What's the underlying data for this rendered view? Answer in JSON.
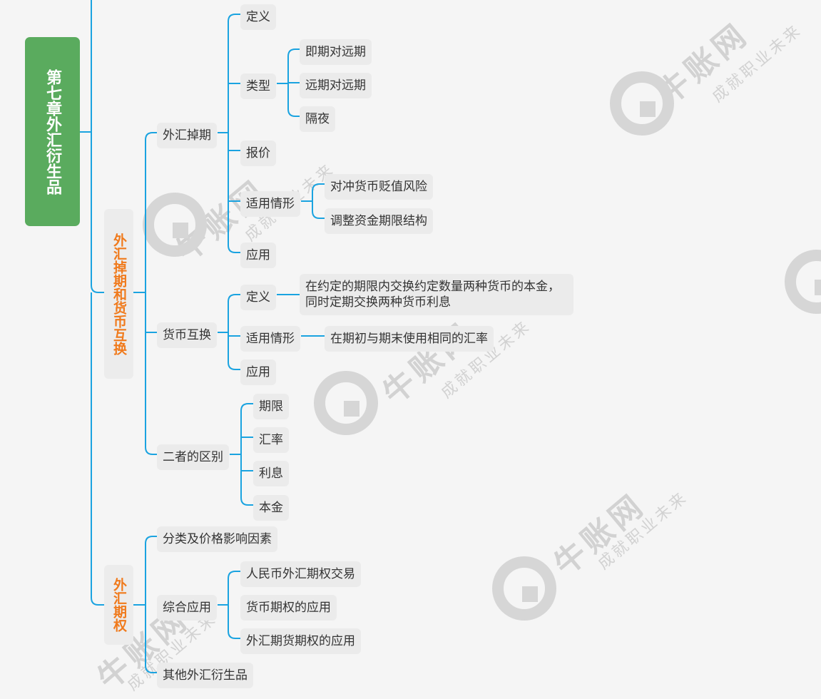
{
  "watermark": {
    "brand": "牛账网",
    "slogan": "成就职业未来"
  },
  "mindmap": {
    "root": "第七章外汇衍生品",
    "sections": [
      {
        "title": "外汇掉期和货币互换",
        "topics": [
          {
            "label": "外汇掉期",
            "children": [
              {
                "label": "定义"
              },
              {
                "label": "类型",
                "children": [
                  "即期对远期",
                  "远期对远期",
                  "隔夜"
                ]
              },
              {
                "label": "报价"
              },
              {
                "label": "适用情形",
                "children": [
                  "对冲货币贬值风险",
                  "调整资金期限结构"
                ]
              },
              {
                "label": "应用"
              }
            ]
          },
          {
            "label": "货币互换",
            "children": [
              {
                "label": "定义",
                "children": [
                  "在约定的期限内交换约定数量两种货币的本金，同时定期交换两种货币利息"
                ]
              },
              {
                "label": "适用情形",
                "children": [
                  "在期初与期末使用相同的汇率"
                ]
              },
              {
                "label": "应用"
              }
            ]
          },
          {
            "label": "二者的区别",
            "children": [
              {
                "label": "期限"
              },
              {
                "label": "汇率"
              },
              {
                "label": "利息"
              },
              {
                "label": "本金"
              }
            ]
          }
        ]
      },
      {
        "title": "外汇期权",
        "topics": [
          {
            "label": "分类及价格影响因素"
          },
          {
            "label": "综合应用",
            "children": [
              {
                "label": "人民币外汇期权交易"
              },
              {
                "label": "货币期权的应用"
              },
              {
                "label": "外汇期货期权的应用"
              }
            ]
          },
          {
            "label": "其他外汇衍生品"
          }
        ]
      }
    ]
  },
  "colors": {
    "background": "#f5f5f5",
    "root_fill": "#5aab5e",
    "section_text": "#f07a1c",
    "connector": "#1aa3e0",
    "node_fill": "#ebebeb"
  }
}
